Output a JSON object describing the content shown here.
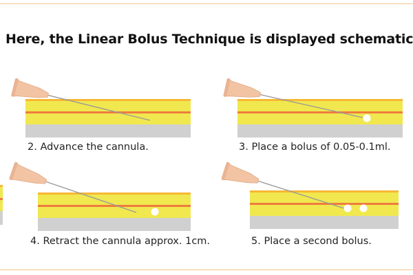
{
  "title": "Here, the Linear Bolus Technique is displayed schematically",
  "steps": [
    {
      "number": 2,
      "caption": "2. Advance the cannula.",
      "boluses": 0
    },
    {
      "number": 3,
      "caption": "3. Place a bolus of 0.05-0.1ml.",
      "boluses": 1
    },
    {
      "number": 4,
      "caption": "4. Retract the cannula approx. 1cm.",
      "boluses": 1
    },
    {
      "number": 5,
      "caption": "5. Place a second bolus.",
      "boluses": 2
    }
  ],
  "colors": {
    "accent_rule": "#f5c58e",
    "skin_top": "#f7b733",
    "fat": "#f0e84e",
    "dermis_line": "#ef7b3e",
    "muscle": "#d0d0d0",
    "hub": "#f2c4a4",
    "needle": "#9a9a9a"
  }
}
